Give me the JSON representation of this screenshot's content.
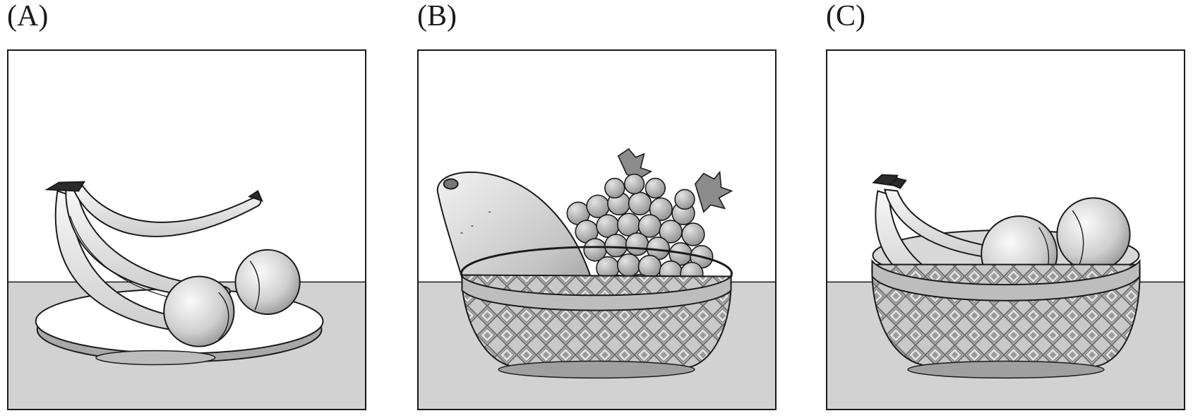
{
  "options": [
    {
      "id": "a",
      "label": "(A)"
    },
    {
      "id": "b",
      "label": "(B)"
    },
    {
      "id": "c",
      "label": "(C)"
    }
  ],
  "colors": {
    "outline": "#1a1a1a",
    "table": "#d2d2d2",
    "wall": "#ffffff",
    "fruit_fill": "#e6e6e6",
    "basket_weave": "#9a9a9a"
  }
}
